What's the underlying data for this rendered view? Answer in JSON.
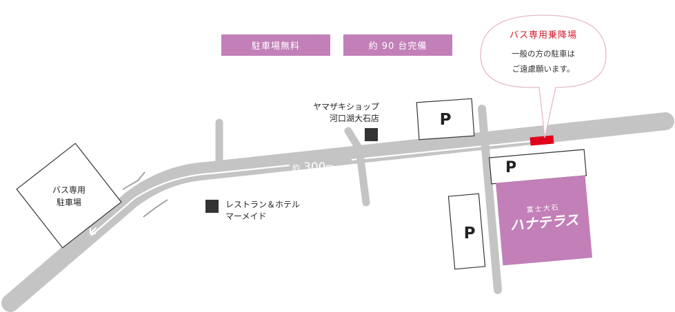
{
  "badges": {
    "free_parking": "駐車場無料",
    "capacity": "約 90 台完備"
  },
  "bubble": {
    "title": "バス専用乗降場",
    "line1": "一般の方の駐車は",
    "line2": "ご遠慮願います。"
  },
  "landmarks": {
    "yamazaki_line1": "ヤマザキショップ",
    "yamazaki_line2": "河口湖大石店",
    "mermaid_line1": "レストラン＆ホテル",
    "mermaid_line2": "マーメイド"
  },
  "bus_parking": {
    "line1": "バス専用",
    "line2": "駐車場"
  },
  "distance": {
    "prefix": "約",
    "value": "300",
    "unit": "m"
  },
  "parking_symbol": "P",
  "hana_terrace": {
    "small": "富士大石",
    "large": "ハナテラス"
  },
  "colors": {
    "road": "#c4c4c4",
    "accent": "#c27fb8",
    "bus_stop": "#e0001b",
    "landmark": "#333333"
  }
}
